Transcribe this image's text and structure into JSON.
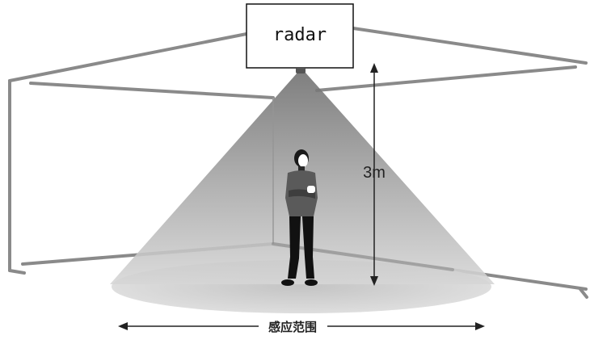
{
  "radar": {
    "label": "radar"
  },
  "height": {
    "label": "3m"
  },
  "range": {
    "label": "感应范围"
  },
  "colors": {
    "frame": "#8a8a8a",
    "cone_top": "#7a7a7a",
    "cone_bottom": "#d9d9d9",
    "floor_ellipse": "#cfcfcf",
    "person": "#1a1a1a"
  },
  "icons": {
    "person": "standing-person-icon",
    "radar": "radar-sensor-icon"
  }
}
